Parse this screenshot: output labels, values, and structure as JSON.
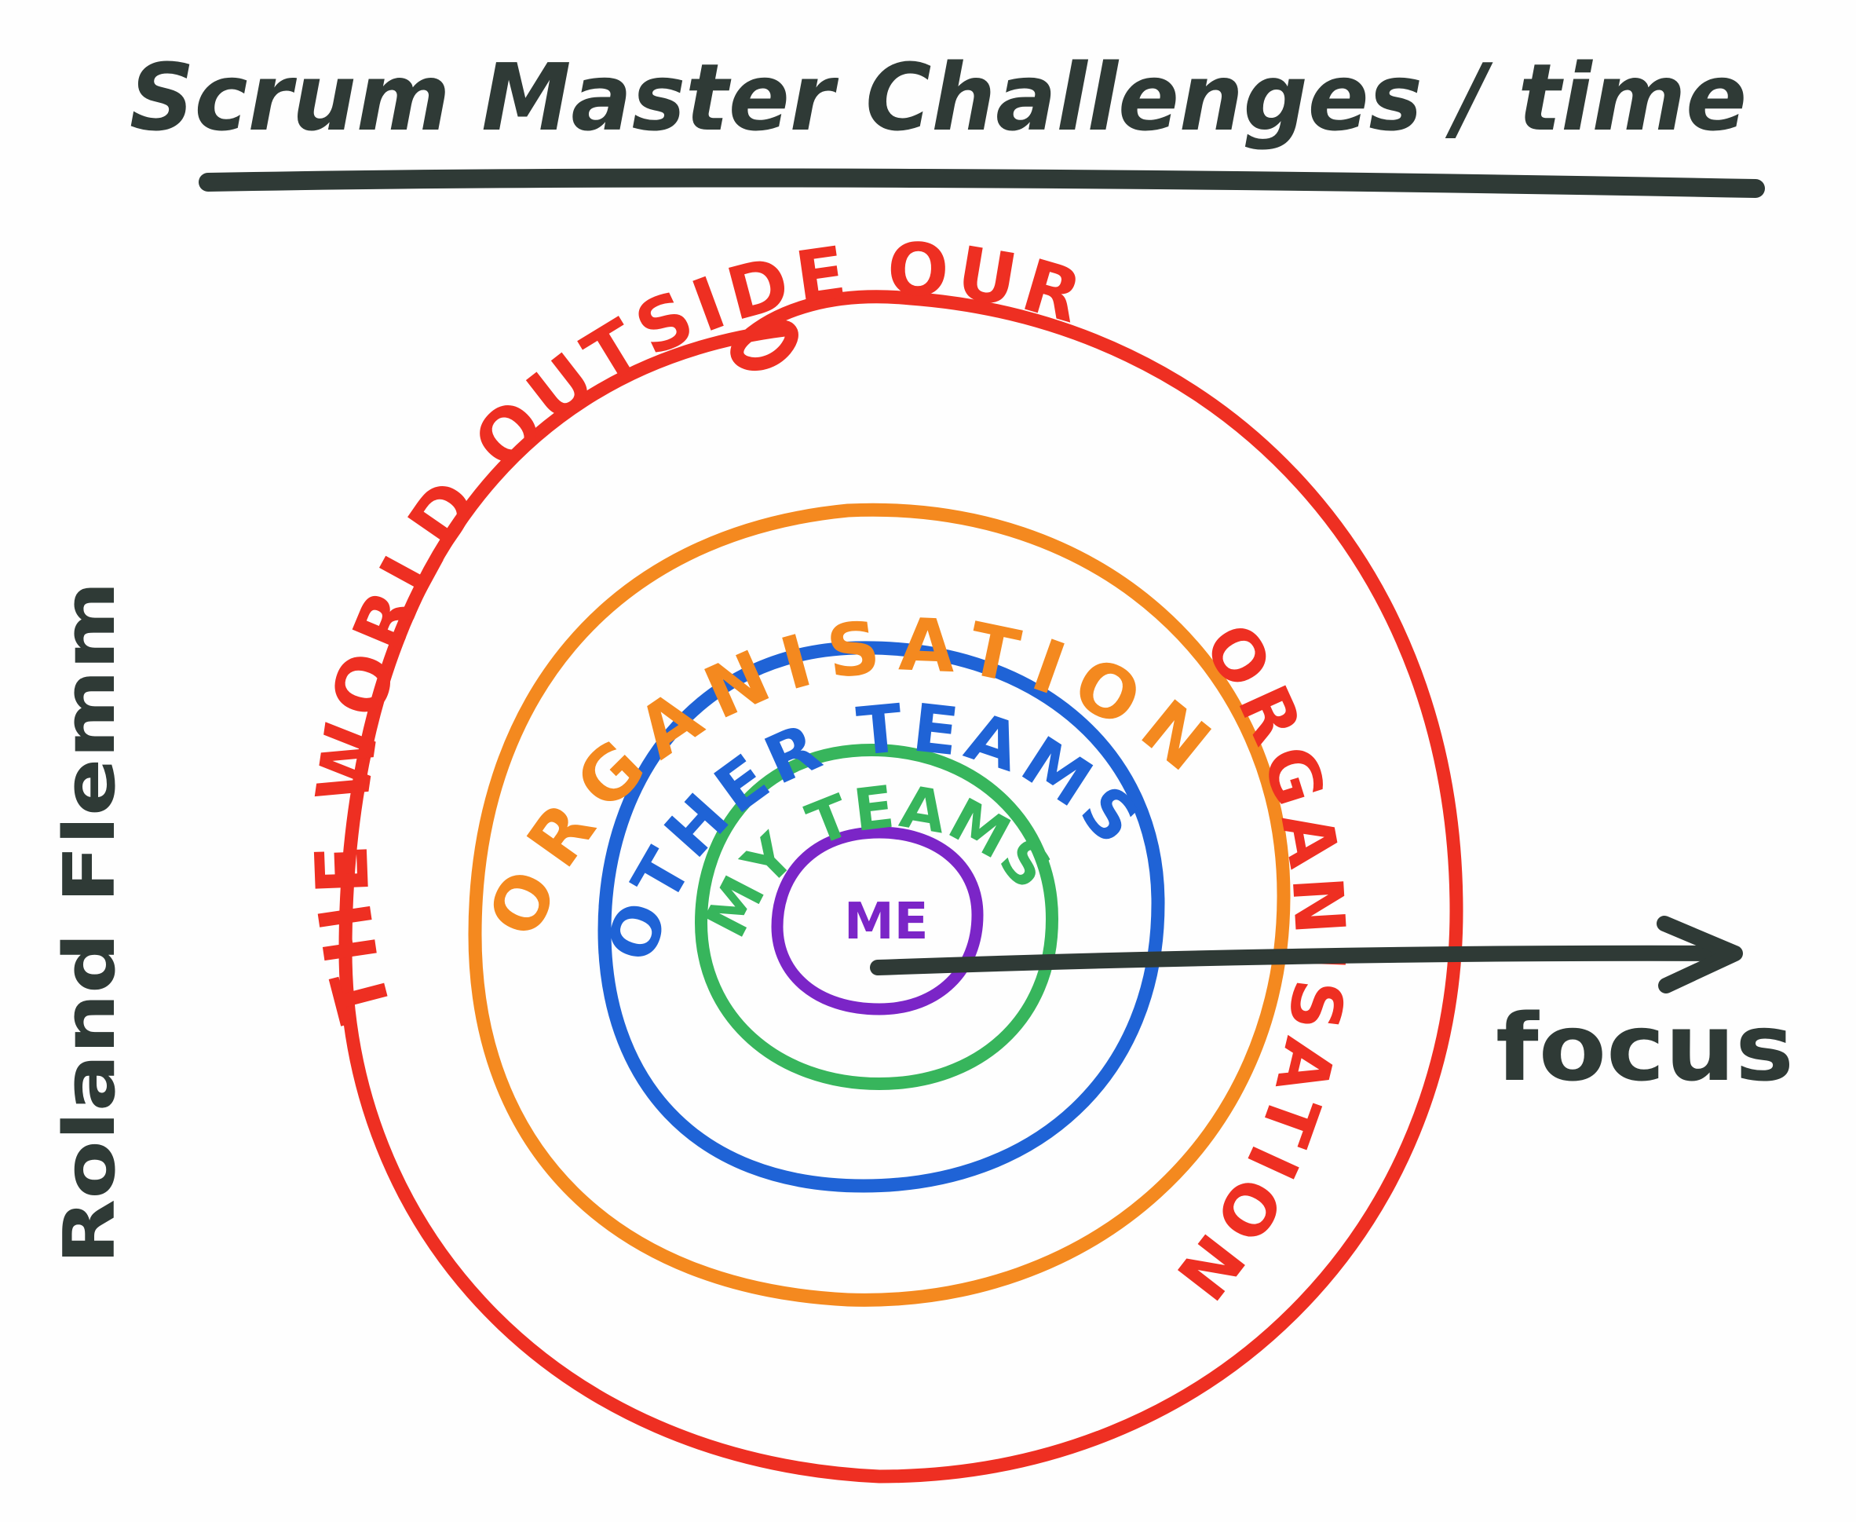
{
  "title": "Scrum Master Challenges / time",
  "author": "Roland Flemm",
  "arrow_label": "focus",
  "rings": [
    {
      "label": "THE WORLD OUTSIDE OUR ORGANISATION",
      "color": "#ee2f22"
    },
    {
      "label": "ORGANISATION",
      "color": "#f4891f"
    },
    {
      "label": "OTHER TEAMS",
      "color": "#1f63d6"
    },
    {
      "label": "MY TEAMS",
      "color": "#37b55c"
    },
    {
      "label": "ME",
      "color": "#7b25c7"
    }
  ],
  "colors": {
    "ink": "#2f3a36",
    "background": "#fefefe"
  }
}
